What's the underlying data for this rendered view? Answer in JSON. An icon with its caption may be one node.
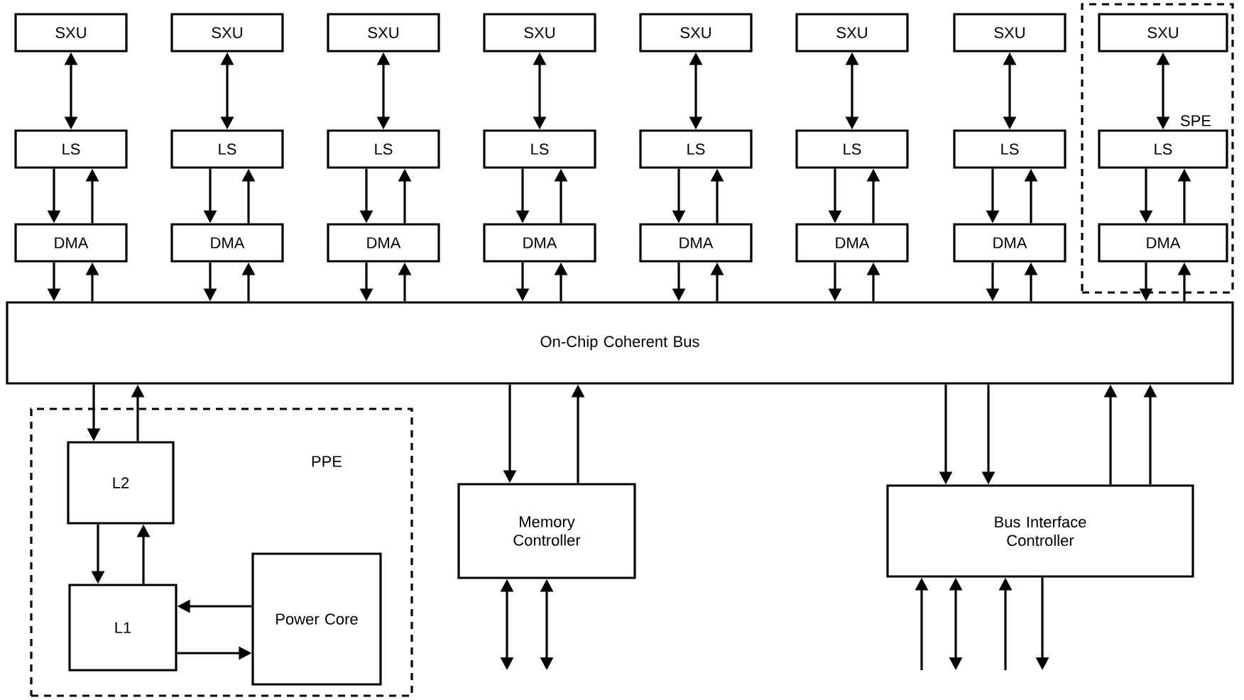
{
  "diagram": {
    "nodes": [
      {
        "text": [
          "SXU"
        ]
      },
      {
        "text": [
          "LS"
        ]
      },
      {
        "text": [
          "DMA"
        ]
      },
      {
        "text": [
          "SXU"
        ]
      },
      {
        "text": [
          "LS"
        ]
      },
      {
        "text": [
          "DMA"
        ]
      },
      {
        "text": [
          "SXU"
        ]
      },
      {
        "text": [
          "LS"
        ]
      },
      {
        "text": [
          "DMA"
        ]
      },
      {
        "text": [
          "SXU"
        ]
      },
      {
        "text": [
          "LS"
        ]
      },
      {
        "text": [
          "DMA"
        ]
      },
      {
        "text": [
          "SXU"
        ]
      },
      {
        "text": [
          "LS"
        ]
      },
      {
        "text": [
          "DMA"
        ]
      },
      {
        "text": [
          "SXU"
        ]
      },
      {
        "text": [
          "LS"
        ]
      },
      {
        "text": [
          "DMA"
        ]
      },
      {
        "text": [
          "SXU"
        ]
      },
      {
        "text": [
          "LS"
        ]
      },
      {
        "text": [
          "DMA"
        ]
      },
      {
        "text": [
          "SPE"
        ]
      },
      {
        "text": [
          "SXU"
        ],
        "in": 21
      },
      {
        "text": [
          "LS"
        ],
        "in": 21
      },
      {
        "text": [
          "DMA"
        ],
        "in": 21
      },
      {
        "text": [
          "On-Chip Coherent Bus"
        ]
      },
      {
        "text": [
          "PPE"
        ]
      },
      {
        "text": [
          "L2"
        ],
        "in": 26
      },
      {
        "text": [
          "L1"
        ],
        "in": 26
      },
      {
        "text": [
          "Power Core"
        ],
        "in": 26
      },
      {
        "text": [
          "Memory Controller"
        ]
      },
      {
        "text": [
          "Bus Interface Controller"
        ]
      }
    ],
    "edges": [
      {
        "from": 0,
        "to": 1,
        "arrow": "both"
      },
      {
        "from": 1,
        "to": 2,
        "arrow": "to"
      },
      {
        "from": 2,
        "to": 1,
        "arrow": "to"
      },
      {
        "from": 2,
        "to": 25,
        "arrow": "to"
      },
      {
        "from": 25,
        "to": 2,
        "arrow": "to"
      },
      {
        "from": 3,
        "to": 4,
        "arrow": "both"
      },
      {
        "from": 4,
        "to": 5,
        "arrow": "to"
      },
      {
        "from": 5,
        "to": 4,
        "arrow": "to"
      },
      {
        "from": 5,
        "to": 25,
        "arrow": "to"
      },
      {
        "from": 25,
        "to": 5,
        "arrow": "to"
      },
      {
        "from": 6,
        "to": 7,
        "arrow": "both"
      },
      {
        "from": 7,
        "to": 8,
        "arrow": "to"
      },
      {
        "from": 8,
        "to": 7,
        "arrow": "to"
      },
      {
        "from": 8,
        "to": 25,
        "arrow": "to"
      },
      {
        "from": 25,
        "to": 8,
        "arrow": "to"
      },
      {
        "from": 9,
        "to": 10,
        "arrow": "both"
      },
      {
        "from": 10,
        "to": 11,
        "arrow": "to"
      },
      {
        "from": 11,
        "to": 10,
        "arrow": "to"
      },
      {
        "from": 11,
        "to": 25,
        "arrow": "to"
      },
      {
        "from": 25,
        "to": 11,
        "arrow": "to"
      },
      {
        "from": 12,
        "to": 13,
        "arrow": "both"
      },
      {
        "from": 13,
        "to": 14,
        "arrow": "to"
      },
      {
        "from": 14,
        "to": 13,
        "arrow": "to"
      },
      {
        "from": 14,
        "to": 25,
        "arrow": "to"
      },
      {
        "from": 25,
        "to": 14,
        "arrow": "to"
      },
      {
        "from": 15,
        "to": 16,
        "arrow": "both"
      },
      {
        "from": 16,
        "to": 17,
        "arrow": "to"
      },
      {
        "from": 17,
        "to": 16,
        "arrow": "to"
      },
      {
        "from": 17,
        "to": 25,
        "arrow": "to"
      },
      {
        "from": 25,
        "to": 17,
        "arrow": "to"
      },
      {
        "from": 18,
        "to": 19,
        "arrow": "both"
      },
      {
        "from": 19,
        "to": 20,
        "arrow": "to"
      },
      {
        "from": 20,
        "to": 19,
        "arrow": "to"
      },
      {
        "from": 20,
        "to": 25,
        "arrow": "to"
      },
      {
        "from": 25,
        "to": 20,
        "arrow": "to"
      },
      {
        "from": 22,
        "to": 23,
        "arrow": "both"
      },
      {
        "from": 23,
        "to": 24,
        "arrow": "to"
      },
      {
        "from": 24,
        "to": 23,
        "arrow": "to"
      },
      {
        "from": 24,
        "to": 25,
        "arrow": "to"
      },
      {
        "from": 25,
        "to": 24,
        "arrow": "to"
      },
      {
        "from": 25,
        "to": 27,
        "arrow": "to"
      },
      {
        "from": 27,
        "to": 25,
        "arrow": "to"
      },
      {
        "from": 27,
        "to": 28,
        "arrow": "to"
      },
      {
        "from": 28,
        "to": 27,
        "arrow": "to"
      },
      {
        "from": 29,
        "to": 28,
        "arrow": "to"
      },
      {
        "from": 28,
        "to": 29,
        "arrow": "to"
      },
      {
        "from": 25,
        "to": 30,
        "arrow": "to"
      },
      {
        "from": 30,
        "to": 25,
        "arrow": "to"
      },
      {
        "from": 30,
        "to": null,
        "arrow": "both"
      },
      {
        "from": 30,
        "to": null,
        "arrow": "both"
      },
      {
        "from": 25,
        "to": 31,
        "arrow": "to"
      },
      {
        "from": 25,
        "to": 31,
        "arrow": "to"
      },
      {
        "from": 31,
        "to": 25,
        "arrow": "to"
      },
      {
        "from": 31,
        "to": 25,
        "arrow": "to"
      },
      {
        "from": null,
        "to": 31,
        "arrow": "to"
      },
      {
        "from": 31,
        "to": null,
        "arrow": "both"
      },
      {
        "from": null,
        "to": 31,
        "arrow": "to"
      },
      {
        "from": 31,
        "to": null,
        "arrow": "to"
      }
    ]
  }
}
